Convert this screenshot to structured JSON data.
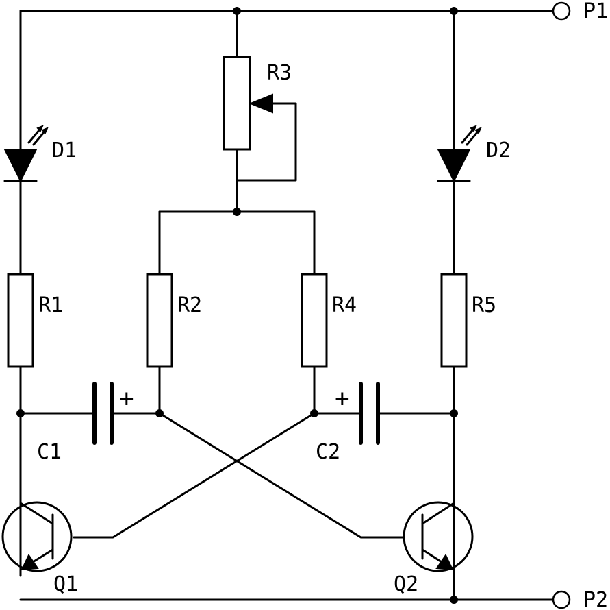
{
  "diagram": {
    "terminals": {
      "p1": "P1",
      "p2": "P2"
    },
    "leds": {
      "d1": "D1",
      "d2": "D2"
    },
    "resistors": {
      "r1": "R1",
      "r2": "R2",
      "r3": "R3",
      "r4": "R4",
      "r5": "R5"
    },
    "capacitors": {
      "c1": "C1",
      "c2": "C2",
      "polarity_mark": "+"
    },
    "transistors": {
      "q1": "Q1",
      "q2": "Q2"
    }
  }
}
